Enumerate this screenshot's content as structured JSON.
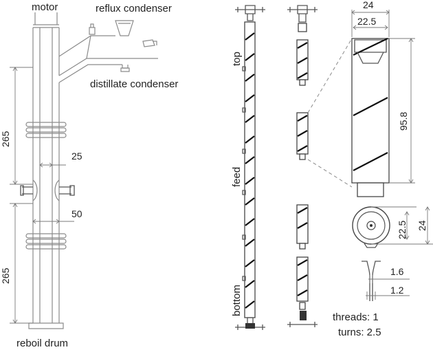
{
  "column": {
    "labels": {
      "motor": "motor",
      "reflux_condenser": "reflux condenser",
      "distillate_condenser": "distillate condenser",
      "reboil_drum": "reboil drum"
    },
    "dimensions": {
      "upper_section_height": "265",
      "inner_diameter": "25",
      "outer_diameter": "50",
      "lower_section_height": "265"
    }
  },
  "rotor": {
    "positions": {
      "top": "top",
      "feed": "feed",
      "bottom": "bottom"
    }
  },
  "segment_detail": {
    "dimensions": {
      "outer_width": "24",
      "inner_width": "22.5",
      "segment_length": "95.8",
      "end_inner_diameter": "22.5",
      "end_outer_diameter": "24",
      "thread_width": "1.6",
      "thread_depth": "1.2"
    },
    "threads": {
      "threads_label": "threads: 1",
      "turns_label": "turns: 2.5"
    }
  }
}
